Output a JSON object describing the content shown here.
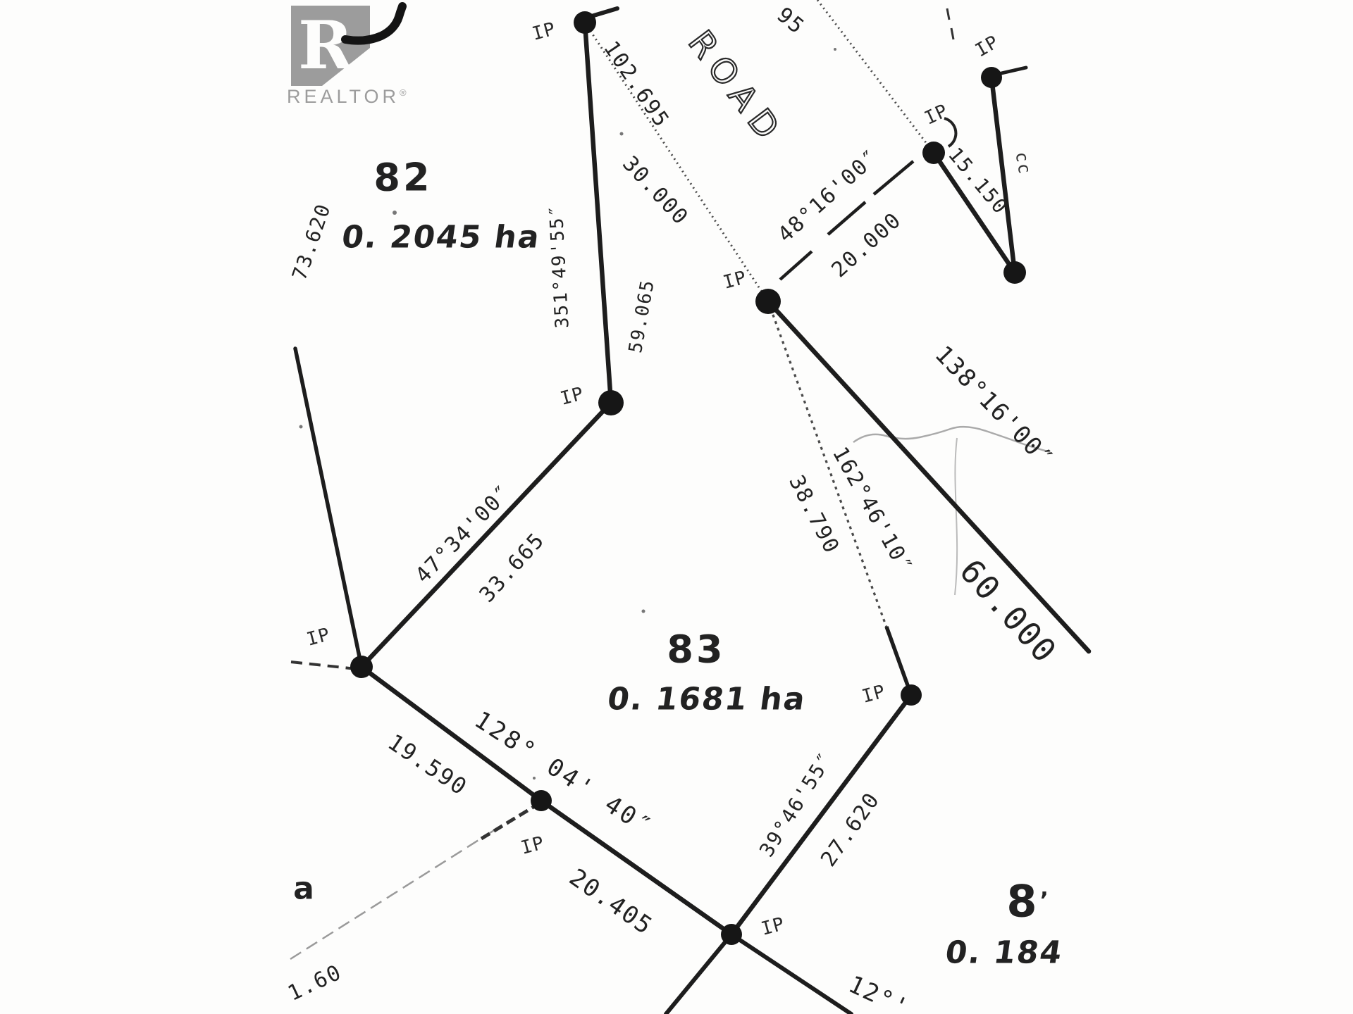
{
  "logo": {
    "brand": "REALTOR",
    "reg": "®",
    "letter": "R"
  },
  "road": {
    "label": "ROAD"
  },
  "marker_label": "IP",
  "lots": {
    "lot82": {
      "number": "82",
      "area": "0. 2045 ha"
    },
    "lot83": {
      "number": "83",
      "area": "0. 1681 ha"
    },
    "lot84": {
      "number": "8",
      "stray_mark": ",",
      "area": "0. 184"
    }
  },
  "measurements": {
    "east_bearing": "351°49'55″",
    "east_dist": "59.065",
    "nw_bearing": "47°34'00″",
    "nw_dist": "33.665",
    "west_dist": "73.620",
    "south_bearing": "128° 04' 40″",
    "south_dist_a": "19.590",
    "south_dist_b": "20.405",
    "se_bearing": "39°46'55″",
    "se_dist": "27.620",
    "mid_bearing": "162°46'10″",
    "mid_dist": "38.790",
    "ne_bearing": "138°16'00″",
    "ne_dist": "60.000",
    "ne_short_dist": "15.150",
    "tie_bearing": "48°16'00″",
    "tie_dist": "20.000",
    "road_dist_total": "102.695",
    "road_dist_lot": "30.000",
    "partial_top": "95",
    "partial_bottom": "12°'",
    "partial_left_dist": "1.60",
    "partial_letter": "a",
    "partial_right": "cc"
  }
}
